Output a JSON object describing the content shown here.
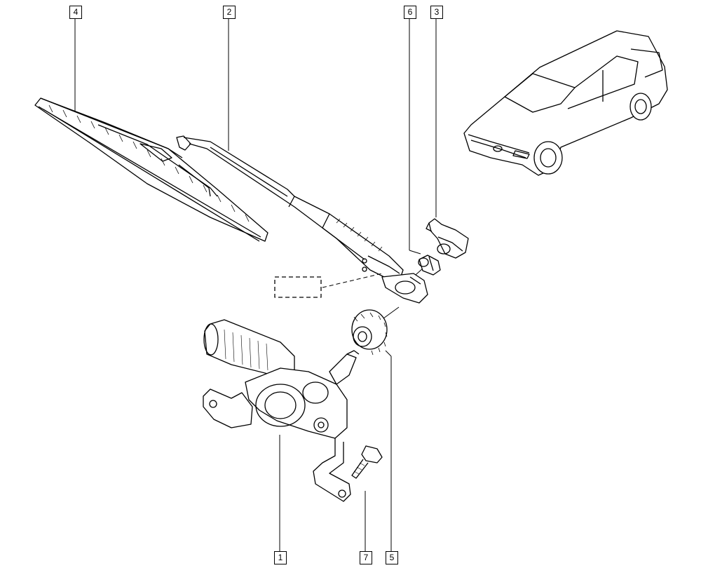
{
  "callouts": {
    "c1": "1",
    "c2": "2",
    "c3": "3",
    "c4": "4",
    "c5": "5",
    "c6": "6",
    "c7": "7"
  },
  "parts": [
    {
      "id": "1",
      "name": "wiper-motor-assembly"
    },
    {
      "id": "2",
      "name": "wiper-arm"
    },
    {
      "id": "3",
      "name": "arm-cap"
    },
    {
      "id": "4",
      "name": "wiper-blade"
    },
    {
      "id": "5",
      "name": "grommet"
    },
    {
      "id": "6",
      "name": "spindle-nut"
    },
    {
      "id": "7",
      "name": "bolt"
    }
  ],
  "colors": {
    "line": "#000000",
    "background": "#ffffff"
  }
}
